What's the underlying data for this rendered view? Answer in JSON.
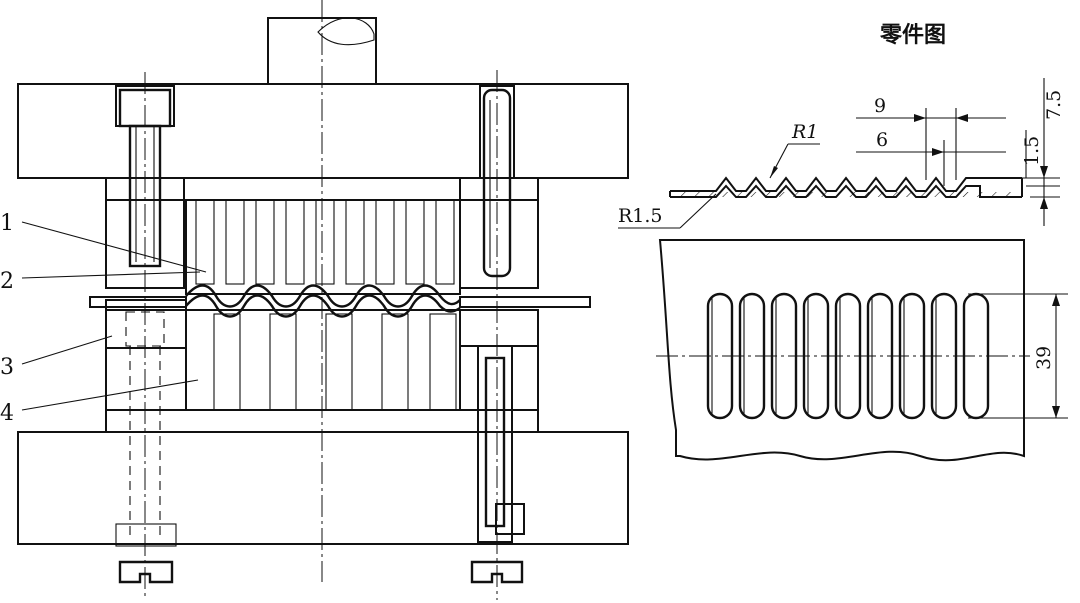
{
  "parts_drawing_title": "零件图",
  "callouts": [
    "1",
    "2",
    "3",
    "4"
  ],
  "dimensions": {
    "pitch": "9",
    "rib_width": "6",
    "height_total": "7.5",
    "thickness": "1.5",
    "radius_top": "R1",
    "radius_bottom": "R1.5",
    "slot_length": "39"
  },
  "slot_count": 9,
  "hatch_color": "#111111"
}
